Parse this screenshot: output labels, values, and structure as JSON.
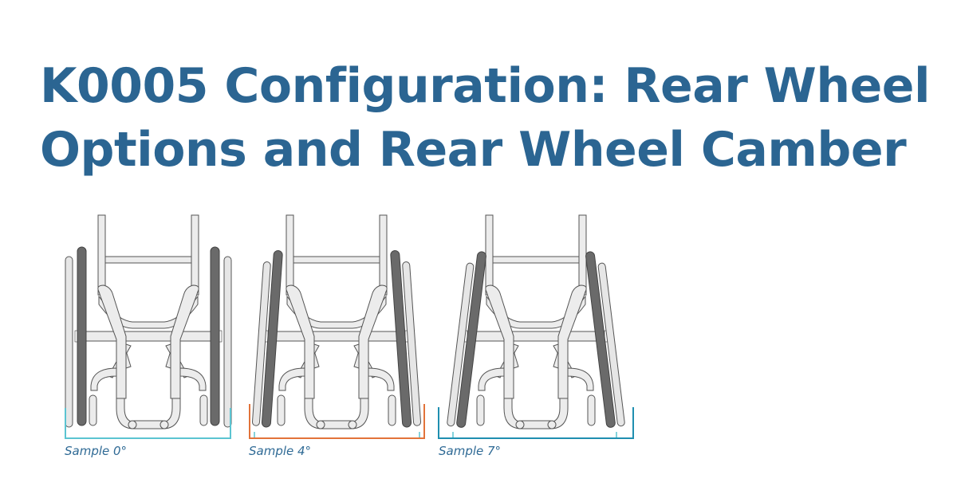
{
  "title": {
    "line1": "K0005 Configuration: Rear Wheel",
    "line2": "Options and Rear Wheel Camber",
    "color": "#2b6592"
  },
  "figures": [
    {
      "caption": "Sample 0°",
      "camber_deg": 0,
      "bracket_color": "#5bc4d1"
    },
    {
      "caption": "Sample 4°",
      "camber_deg": 4,
      "bracket_color": "#e2733a",
      "tick_color": "#5bc4d1"
    },
    {
      "caption": "Sample 7°",
      "camber_deg": 7,
      "bracket_color": "#1f8fb0",
      "tick_color": "#5bc4d1"
    }
  ],
  "colors": {
    "frame_fill": "#ececec",
    "frame_stroke": "#555555",
    "tire_fill": "#6a6a6a",
    "handrim_fill": "#e6e6e6"
  }
}
